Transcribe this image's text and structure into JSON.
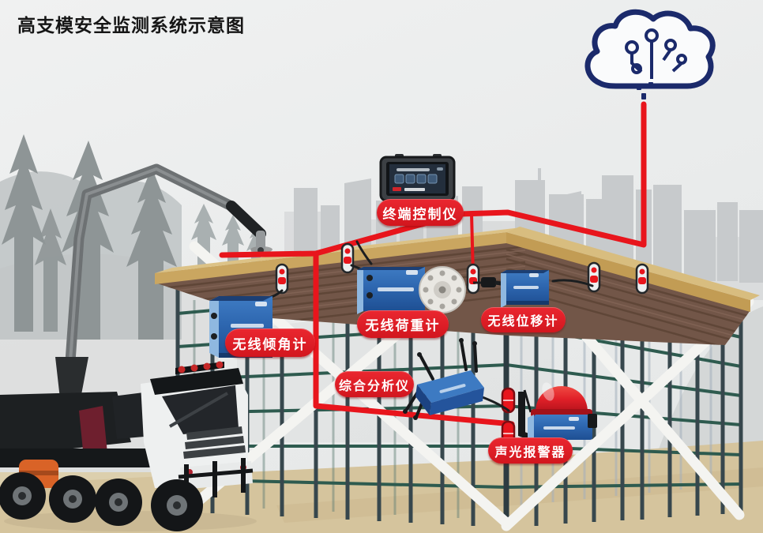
{
  "title": "高支模安全监测系统示意图",
  "labels": {
    "terminal_controller": "终端控制仪",
    "wireless_inclinometer": "无线倾角计",
    "wireless_load_cell": "无线荷重计",
    "wireless_displacement_meter": "无线位移计",
    "integrated_analyzer": "综合分析仪",
    "sound_light_alarm": "声光报警器"
  },
  "icons": {
    "cloud": "cloud-circuit-icon",
    "terminal": "rugged-tablet-icon",
    "alarm": "beacon-light-icon"
  },
  "colors": {
    "accent_red": "#e11b23",
    "device_blue": "#2f6cb3",
    "cloud_navy": "#1b2a6b",
    "roof_tan": "#c9a55f",
    "brace_white": "#f4f4f1",
    "ground_sand": "#d8c8a4",
    "grid_dark": "#37474d"
  }
}
